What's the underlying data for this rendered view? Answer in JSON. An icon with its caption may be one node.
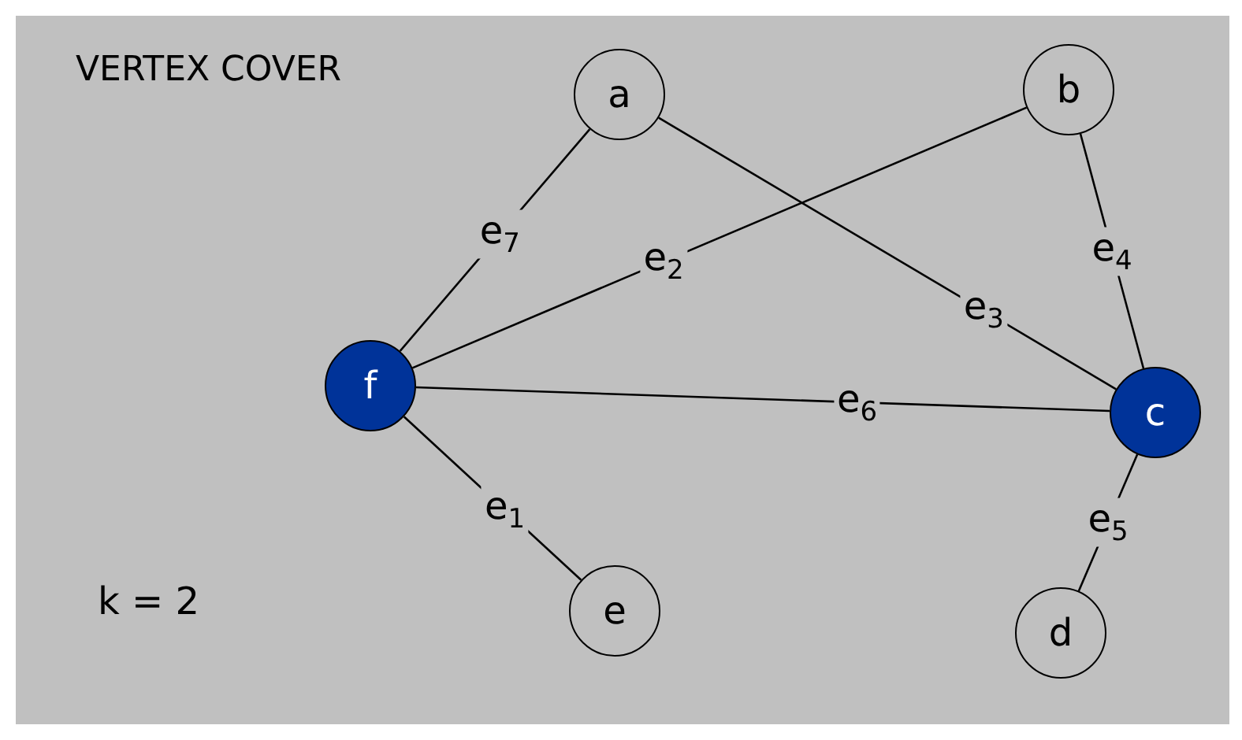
{
  "diagram": {
    "title": "VERTEX COVER",
    "nodes": [
      {
        "text": [
          "a"
        ]
      },
      {
        "text": [
          "b"
        ]
      },
      {
        "text": [
          "f"
        ]
      },
      {
        "text": [
          "c"
        ]
      },
      {
        "text": [
          "e"
        ]
      },
      {
        "text": [
          "d"
        ]
      }
    ],
    "edges": [
      {
        "from": 2,
        "to": 4,
        "arrow": "none",
        "label": "e$_{1}$"
      },
      {
        "from": 2,
        "to": 1,
        "arrow": "none",
        "label": "e$_{2}$"
      },
      {
        "from": 0,
        "to": 3,
        "arrow": "none",
        "label": "e$_{3}$"
      },
      {
        "from": 1,
        "to": 3,
        "arrow": "none",
        "label": "e$_{4}$"
      },
      {
        "from": 3,
        "to": 5,
        "arrow": "none",
        "label": "e$_{5}$"
      },
      {
        "from": 2,
        "to": 3,
        "arrow": "none",
        "label": "e$_{6}$"
      },
      {
        "from": 2,
        "to": 0,
        "arrow": "none",
        "label": "e$_{7}$"
      }
    ],
    "labels": [
      "k = 2"
    ]
  }
}
